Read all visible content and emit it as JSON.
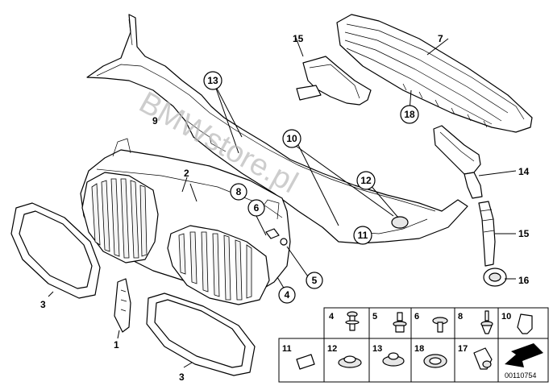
{
  "diagram": {
    "callouts": {
      "c1": "1",
      "c2": "2",
      "c3a": "3",
      "c3b": "3",
      "c4": "4",
      "c5": "5",
      "c6": "6",
      "c7": "7",
      "c8": "8",
      "c9": "9",
      "c10": "10",
      "c11": "11",
      "c12": "12",
      "c13": "13",
      "c14": "14",
      "c15a": "15",
      "c15b": "15",
      "c16": "16",
      "c18": "18"
    },
    "legend": {
      "row1": [
        "4",
        "5",
        "6",
        "8",
        "10"
      ],
      "row2": [
        "11",
        "12",
        "13",
        "18",
        "17"
      ]
    },
    "watermark": "BMWstore.pl",
    "drawing_code": "00110754"
  }
}
